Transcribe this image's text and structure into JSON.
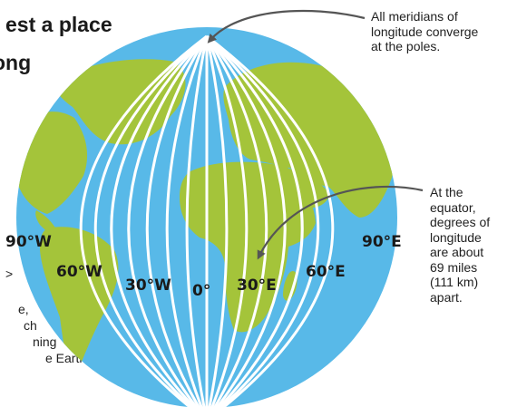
{
  "title": {
    "line1": "est a place",
    "line2": "ong"
  },
  "annotations": {
    "poles": [
      "All meridians of",
      "longitude converge",
      "at the poles."
    ],
    "equator": [
      "At the",
      "equator,",
      "degrees of",
      "longitude",
      "are about",
      "69 miles",
      "(111 km)",
      "apart."
    ]
  },
  "side_text": [
    ">",
    "e,",
    "ch",
    "ning",
    "e Earth."
  ],
  "longitude_labels": {
    "w90": "90°W",
    "w60": "60°W",
    "w30": "30°W",
    "zero": "0°",
    "e30": "30°E",
    "e60": "60°E",
    "e90": "90°E"
  },
  "colors": {
    "ocean": "#58b9e8",
    "land": "#a4c43a",
    "meridian": "#ffffff",
    "arrow": "#555555",
    "text": "#222222"
  }
}
